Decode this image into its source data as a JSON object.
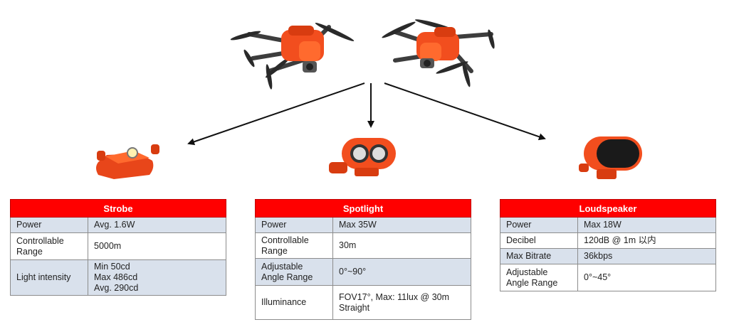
{
  "tables": {
    "strobe": {
      "title": "Strobe",
      "rows": [
        {
          "key": "Power",
          "value": "Avg. 1.6W"
        },
        {
          "key": "Controllable\nRange",
          "value": "5000m"
        },
        {
          "key": "Light intensity",
          "value": "Min 50cd\nMax 486cd\nAvg. 290cd"
        }
      ]
    },
    "spotlight": {
      "title": "Spotlight",
      "rows": [
        {
          "key": "Power",
          "value": "Max 35W"
        },
        {
          "key": "Controllable\nRange",
          "value": "30m"
        },
        {
          "key": "Adjustable\nAngle Range",
          "value": "0°~90°"
        },
        {
          "key": "Illuminance",
          "value": "FOV17°, Max:  11lux @ 30m\nStraight"
        }
      ]
    },
    "loudspeaker": {
      "title": "Loudspeaker",
      "rows": [
        {
          "key": "Power",
          "value": "Max 18W"
        },
        {
          "key": "Decibel",
          "value": "120dB @ 1m 以内"
        },
        {
          "key": "Max Bitrate",
          "value": "36kbps"
        },
        {
          "key": "Adjustable\nAngle Range",
          "value": "0°~45°"
        }
      ]
    }
  },
  "colors": {
    "header_red": "#ff0000",
    "drone_orange": "#f24e1e",
    "arm_gray": "#4a4a4a",
    "row_shade": "#d9e1ec"
  },
  "icons": [
    "drone-icon",
    "strobe-icon",
    "spotlight-icon",
    "loudspeaker-icon",
    "arrow-icon"
  ]
}
